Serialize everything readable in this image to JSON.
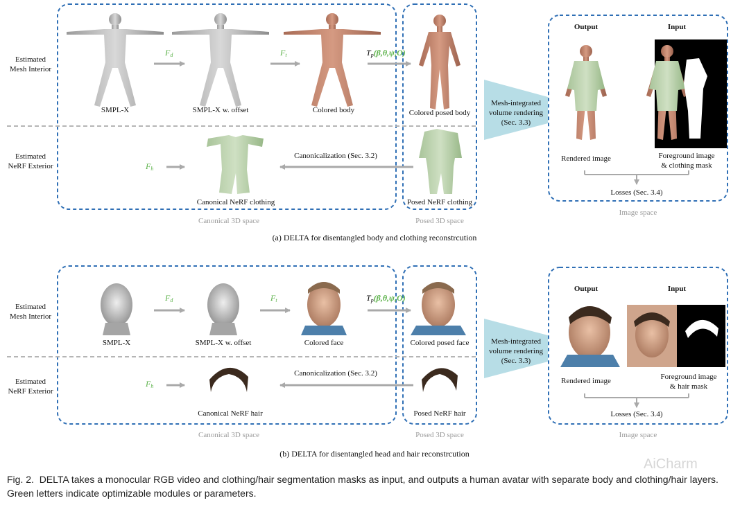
{
  "colors": {
    "dashed_blue": "#2f6fb5",
    "arrow_gray": "#a9a9a9",
    "panel_cyan": "#b7dde6",
    "green_param": "#5cb24a"
  },
  "row_labels": {
    "mesh_line1": "Estimated",
    "mesh_line2": "Mesh Interior",
    "nerf_line1": "Estimated",
    "nerf_line2": "NeRF Exterior"
  },
  "params": {
    "fd": "F",
    "fd_sub": "d",
    "ft": "F",
    "ft_sub": "t",
    "fh": "F",
    "fh_sub": "h",
    "tp": "T",
    "tp_sub": "p",
    "tp_args": "(β,θ,ψ,O)"
  },
  "panel_a": {
    "smplx": "SMPL-X",
    "smplx_offset": "SMPL-X w. offset",
    "colored": "Colored body",
    "colored_posed": "Colored posed body",
    "canonical_nerf": "Canonical NeRF clothing",
    "posed_nerf": "Posed NeRF clothing",
    "canonicalization": "Canonicalization (Sec. 3.2)",
    "render_line1": "Mesh-integrated",
    "render_line2": "volume rendering",
    "render_line3": "(Sec. 3.3)",
    "output": "Output",
    "input": "Input",
    "rendered_image": "Rendered image",
    "foreground_line1": "Foreground image",
    "foreground_line2": "& clothing mask",
    "losses": "Losses (Sec. 3.4)",
    "canonical_space": "Canonical 3D space",
    "posed_space": "Posed 3D space",
    "image_space": "Image space",
    "subcaption": "(a) DELTA for disentangled body and clothing reconstrcution"
  },
  "panel_b": {
    "smplx": "SMPL-X",
    "smplx_offset": "SMPL-X w. offset",
    "colored": "Colored face",
    "colored_posed": "Colored posed face",
    "canonical_nerf": "Canonical NeRF hair",
    "posed_nerf": "Posed NeRF hair",
    "canonicalization": "Canonicalization (Sec. 3.2)",
    "render_line1": "Mesh-integrated",
    "render_line2": "volume rendering",
    "render_line3": "(Sec. 3.3)",
    "output": "Output",
    "input": "Input",
    "rendered_image": "Rendered image",
    "foreground_line1": "Foreground image",
    "foreground_line2": "& hair mask",
    "losses": "Losses (Sec. 3.4)",
    "canonical_space": "Canonical 3D space",
    "posed_space": "Posed 3D space",
    "image_space": "Image space",
    "subcaption": "(b) DELTA for disentangled head and hair reconstrcution"
  },
  "watermark": "AiCharm",
  "caption": {
    "label": "Fig. 2.",
    "text": "DELTA takes a monocular RGB video and clothing/hair segmentation masks as input, and outputs a human avatar with separate body and clothing/hair layers. Green letters indicate optimizable modules or parameters."
  }
}
